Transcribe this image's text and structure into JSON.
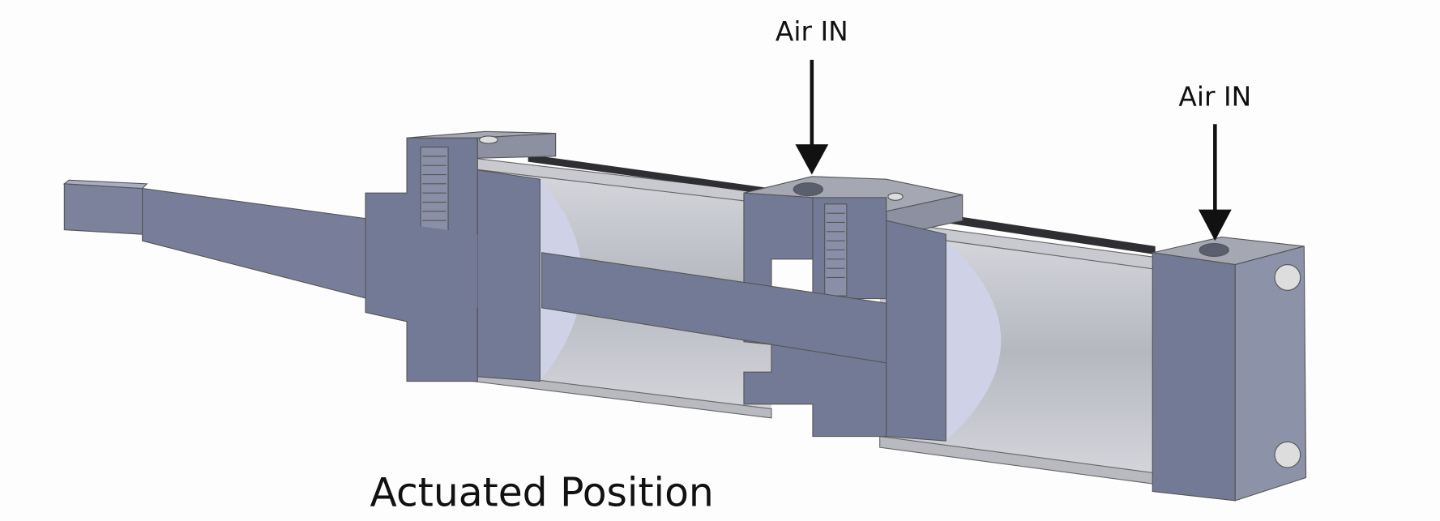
{
  "labels": {
    "air_in_middle": "Air IN",
    "air_in_right": "Air IN",
    "caption": "Actuated Position"
  },
  "colors": {
    "metal_dark": "#737a96",
    "metal_mid": "#8c92a8",
    "metal_top": "#a5a8b3",
    "bore_light": "#c9cad6",
    "piston_face": "#cfd1e6",
    "rod_dark": "#3a3a3e",
    "arrow": "#111111"
  }
}
